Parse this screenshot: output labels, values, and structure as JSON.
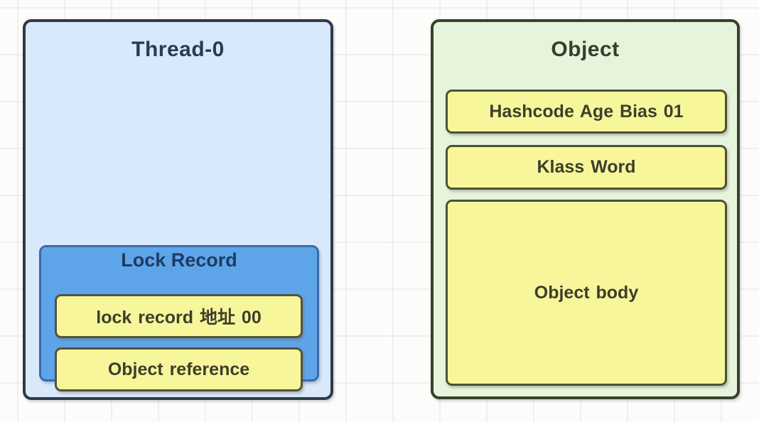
{
  "diagram": {
    "thread_node": {
      "title": "Thread-0",
      "lock_record": {
        "title": "Lock Record",
        "cells": [
          {
            "label": "lock record 地址 00"
          },
          {
            "label": "Object reference"
          }
        ]
      }
    },
    "object_node": {
      "title": "Object",
      "cells": [
        {
          "label": "Hashcode Age Bias 01"
        },
        {
          "label": "Klass Word"
        },
        {
          "label": "Object body"
        }
      ]
    },
    "colors": {
      "thread_fill": "#d8e9fb",
      "thread_border": "#303a48",
      "thread_title_text": "#2b3a55",
      "lock_record_fill": "#5ea4e9",
      "lock_record_border": "#3a6ba8",
      "lock_record_title_text": "#1d3c63",
      "cell_fill": "#f8f69b",
      "cell_border": "#53533c",
      "cell_text": "#3c3f2b",
      "object_fill": "#e7f4dc",
      "object_border": "#36412e",
      "object_title_text": "#32402c",
      "canvas_background": "#fcfcfb",
      "grid_line": "#e6e6e6"
    }
  }
}
